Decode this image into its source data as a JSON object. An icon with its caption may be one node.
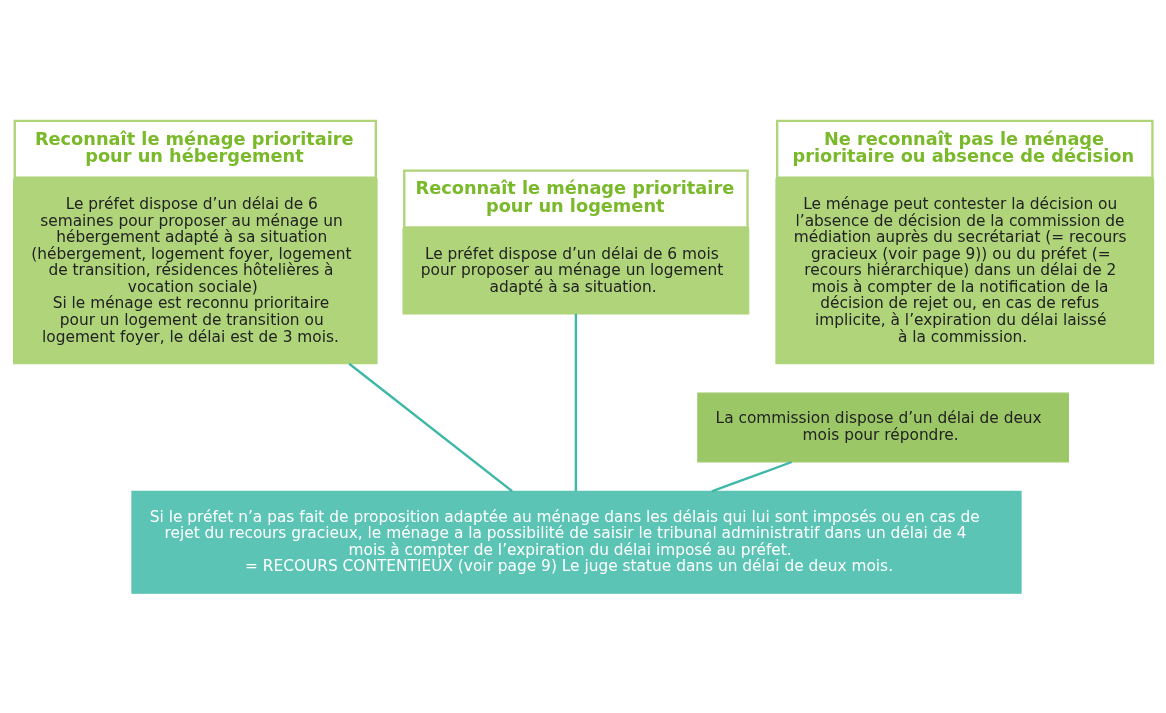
{
  "diagram": {
    "nodes": [
      {
        "text": [
          "Reconnaît le ménage prioritaire pour un hébergement",
          "Le préfet dispose d’un délai de 6 semaines pour proposer au ménage un hébergement adapté à sa situation",
          "(hébergement, logement foyer, logement de transition, résidences hôtelières à vocation sociale)",
          "Si le ménage est reconnu prioritaire pour un logement de transition ou logement foyer, le délai est de 3 mois."
        ]
      },
      {
        "text": [
          "Reconnaît le ménage prioritaire pour un logement",
          "Le préfet dispose d’un délai de 6 mois pour proposer au ménage un logement adapté à sa situation."
        ]
      },
      {
        "text": [
          "Ne reconnaît pas le ménage prioritaire ou absence de décision",
          "Le ménage peut contester la décision ou l’absence de décision de la commission de médiation auprès du secrétariat (= recours gracieux (voir page 9)) ou du préfet (= recours hiérarchique) dans un délai de 2 mois à compter de la notification de la décision de rejet ou, en cas de refus implicite, à l’expiration du délai laissé à la commission."
        ]
      },
      {
        "text": [
          "La commission dispose d’un délai de deux mois pour répondre."
        ]
      },
      {
        "text": [
          "Si le préfet n’a pas fait de proposition adaptée au ménage dans les délais qui lui sont imposés ou en cas de rejet du recours gracieux, le ménage a la possibilité de saisir le tribunal administratif dans un délai de 4 mois à compter de l’expiration du délai imposé au préfet.",
          "= RECOURS CONTENTIEUX (voir page 9) Le juge statue dans un délai de deux mois."
        ]
      }
    ],
    "edges": [
      {
        "from": 0,
        "to": 4,
        "arrow": "none"
      },
      {
        "from": 1,
        "to": 4,
        "arrow": "none"
      },
      {
        "from": 3,
        "to": 4,
        "arrow": "none"
      }
    ]
  }
}
